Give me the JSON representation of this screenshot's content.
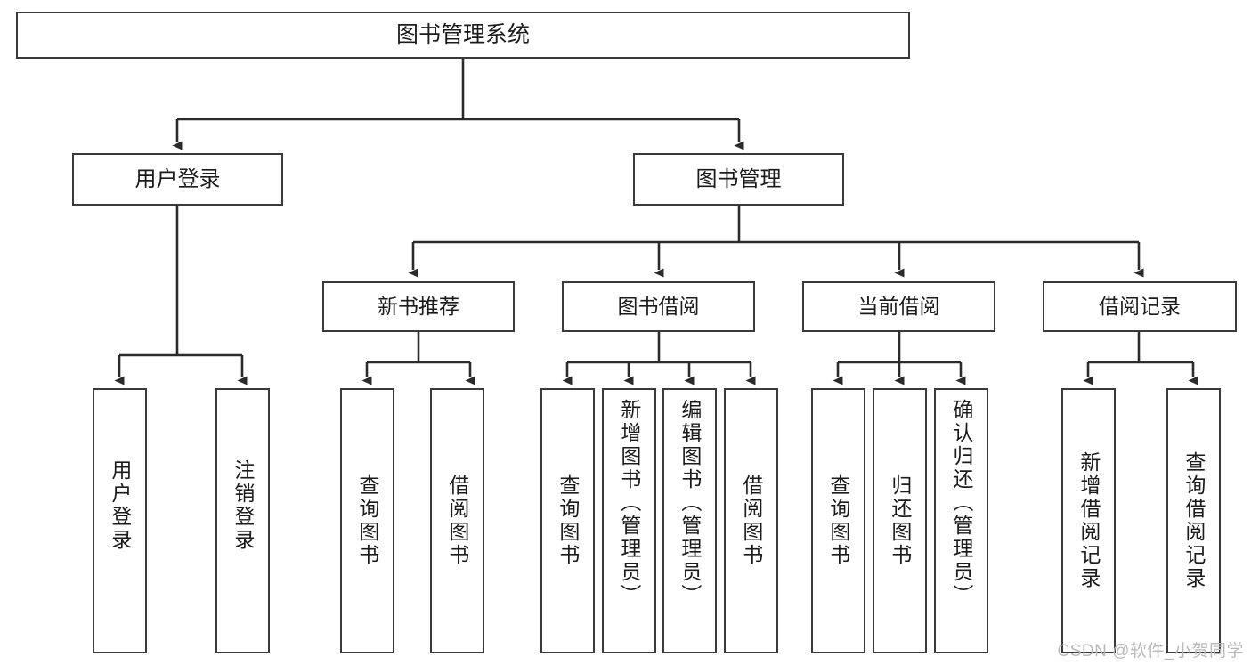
{
  "diagram": {
    "type": "hierarchy-flowchart",
    "title": "图书管理系统",
    "watermark": "CSDN @软件_小贺同学",
    "colors": {
      "box_border": "#3a3a3a",
      "box_fill": "#ffffff",
      "connector": "#2b2b2b",
      "text": "#1b1b1b",
      "watermark": "#b9b9b9"
    },
    "nodes": {
      "root": {
        "label": "图书管理系统"
      },
      "level2": [
        {
          "id": "user-login",
          "label": "用户登录"
        },
        {
          "id": "book-manage",
          "label": "图书管理"
        }
      ],
      "level3": [
        {
          "id": "new-book-recommend",
          "label": "新书推荐"
        },
        {
          "id": "book-borrow",
          "label": "图书借阅"
        },
        {
          "id": "current-borrow",
          "label": "当前借阅"
        },
        {
          "id": "borrow-record",
          "label": "借阅记录"
        }
      ],
      "leaves": [
        {
          "id": "leaf-user-login",
          "label": "用户登录",
          "parent": "user-login"
        },
        {
          "id": "leaf-logout",
          "label": "注销登录",
          "parent": "user-login"
        },
        {
          "id": "leaf-query-book-1",
          "label": "查询图书",
          "parent": "new-book-recommend"
        },
        {
          "id": "leaf-borrow-book-1",
          "label": "借阅图书",
          "parent": "new-book-recommend"
        },
        {
          "id": "leaf-query-book-2",
          "label": "查询图书",
          "parent": "book-borrow"
        },
        {
          "id": "leaf-add-book",
          "label": "新增图书（管理员）",
          "parent": "book-borrow"
        },
        {
          "id": "leaf-edit-book",
          "label": "编辑图书（管理员）",
          "parent": "book-borrow"
        },
        {
          "id": "leaf-borrow-book-2",
          "label": "借阅图书",
          "parent": "book-borrow"
        },
        {
          "id": "leaf-query-book-3",
          "label": "查询图书",
          "parent": "current-borrow"
        },
        {
          "id": "leaf-return-book",
          "label": "归还图书",
          "parent": "current-borrow"
        },
        {
          "id": "leaf-confirm-return",
          "label": "确认归还（管理员）",
          "parent": "current-borrow"
        },
        {
          "id": "leaf-add-record",
          "label": "新增借阅记录",
          "parent": "borrow-record"
        },
        {
          "id": "leaf-query-record",
          "label": "查询借阅记录",
          "parent": "borrow-record"
        }
      ]
    }
  }
}
